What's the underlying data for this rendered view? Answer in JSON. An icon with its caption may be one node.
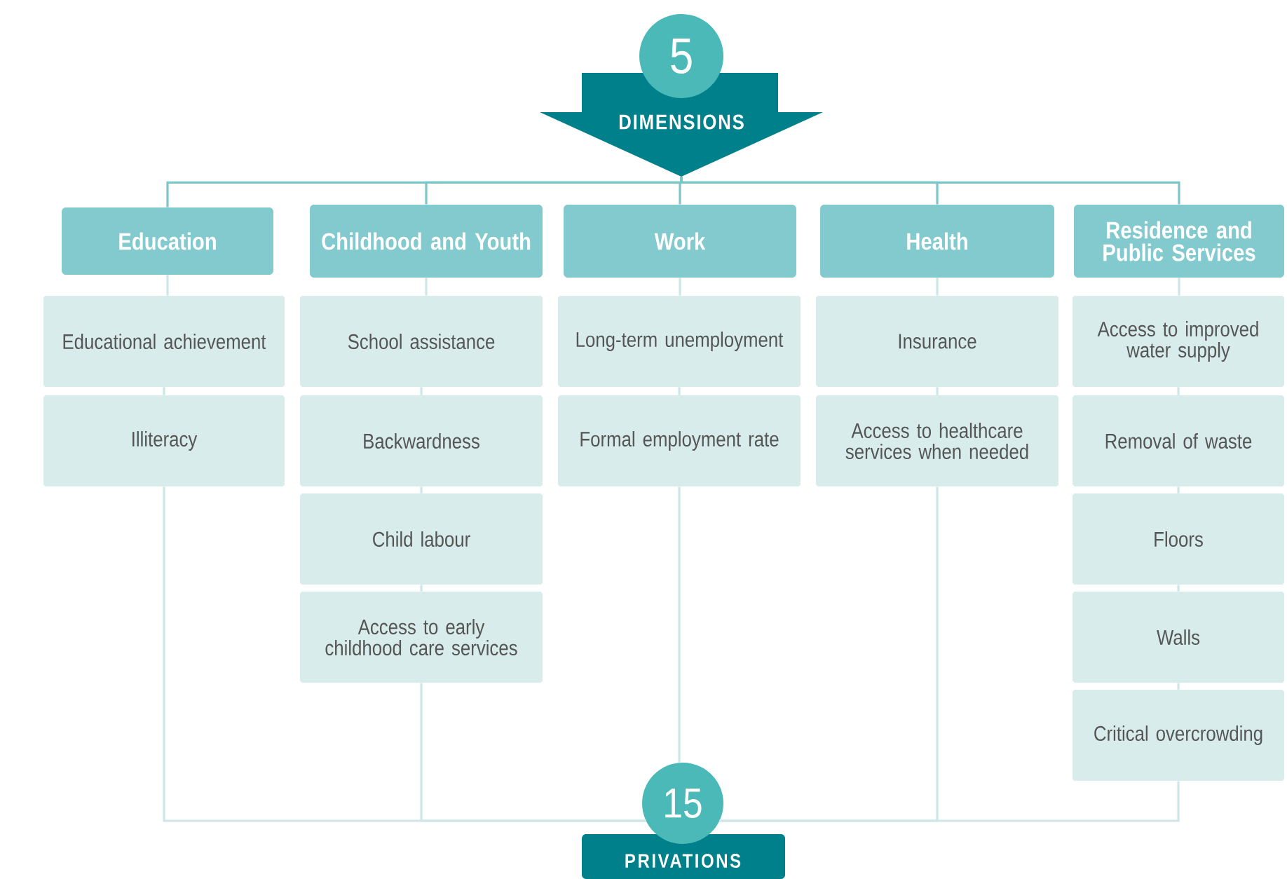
{
  "diagram": {
    "nodes": [
      {
        "text": [
          "5",
          "DIMENSIONS"
        ]
      },
      {
        "text": [
          "Education"
        ]
      },
      {
        "text": [
          "Childhood and Youth"
        ]
      },
      {
        "text": [
          "Work"
        ]
      },
      {
        "text": [
          "Health"
        ]
      },
      {
        "text": [
          "Residence and Public Services"
        ]
      },
      {
        "text": [
          "Educational achievement"
        ]
      },
      {
        "text": [
          "Illiteracy"
        ]
      },
      {
        "text": [
          "School assistance"
        ]
      },
      {
        "text": [
          "Backwardness"
        ]
      },
      {
        "text": [
          "Child labour"
        ]
      },
      {
        "text": [
          "Access to early childhood care services"
        ]
      },
      {
        "text": [
          "Long-term unemployment"
        ]
      },
      {
        "text": [
          "Formal employment rate"
        ]
      },
      {
        "text": [
          "Insurance"
        ]
      },
      {
        "text": [
          "Access to healthcare services when needed"
        ]
      },
      {
        "text": [
          "Access to improved water supply"
        ]
      },
      {
        "text": [
          "Removal of waste"
        ]
      },
      {
        "text": [
          "Floors"
        ]
      },
      {
        "text": [
          "Walls"
        ]
      },
      {
        "text": [
          "Critical overcrowding"
        ]
      },
      {
        "text": [
          "15",
          "PRIVATIONS"
        ]
      }
    ],
    "edges": [
      {
        "from": 0,
        "to": 1,
        "arrow": "none",
        "color": "#7cc6c8"
      },
      {
        "from": 0,
        "to": 2,
        "arrow": "none",
        "color": "#7cc6c8"
      },
      {
        "from": 0,
        "to": 3,
        "arrow": "none",
        "color": "#7cc6c8"
      },
      {
        "from": 0,
        "to": 4,
        "arrow": "none",
        "color": "#7cc6c8"
      },
      {
        "from": 0,
        "to": 5,
        "arrow": "none",
        "color": "#7cc6c8"
      },
      {
        "from": 1,
        "to": 6,
        "arrow": "none"
      },
      {
        "from": 6,
        "to": 7,
        "arrow": "none"
      },
      {
        "from": 7,
        "to": 21,
        "arrow": "none"
      },
      {
        "from": 2,
        "to": 8,
        "arrow": "none"
      },
      {
        "from": 8,
        "to": 9,
        "arrow": "none"
      },
      {
        "from": 9,
        "to": 10,
        "arrow": "none"
      },
      {
        "from": 10,
        "to": 11,
        "arrow": "none"
      },
      {
        "from": 11,
        "to": 21,
        "arrow": "none"
      },
      {
        "from": 3,
        "to": 12,
        "arrow": "none"
      },
      {
        "from": 12,
        "to": 13,
        "arrow": "none"
      },
      {
        "from": 13,
        "to": 21,
        "arrow": "none"
      },
      {
        "from": 4,
        "to": 14,
        "arrow": "none"
      },
      {
        "from": 14,
        "to": 15,
        "arrow": "none"
      },
      {
        "from": 15,
        "to": 21,
        "arrow": "none"
      },
      {
        "from": 5,
        "to": 16,
        "arrow": "none"
      },
      {
        "from": 16,
        "to": 17,
        "arrow": "none"
      },
      {
        "from": 17,
        "to": 18,
        "arrow": "none"
      },
      {
        "from": 18,
        "to": 19,
        "arrow": "none"
      },
      {
        "from": 19,
        "to": 20,
        "arrow": "none"
      },
      {
        "from": 20,
        "to": 21,
        "arrow": "none"
      }
    ]
  }
}
